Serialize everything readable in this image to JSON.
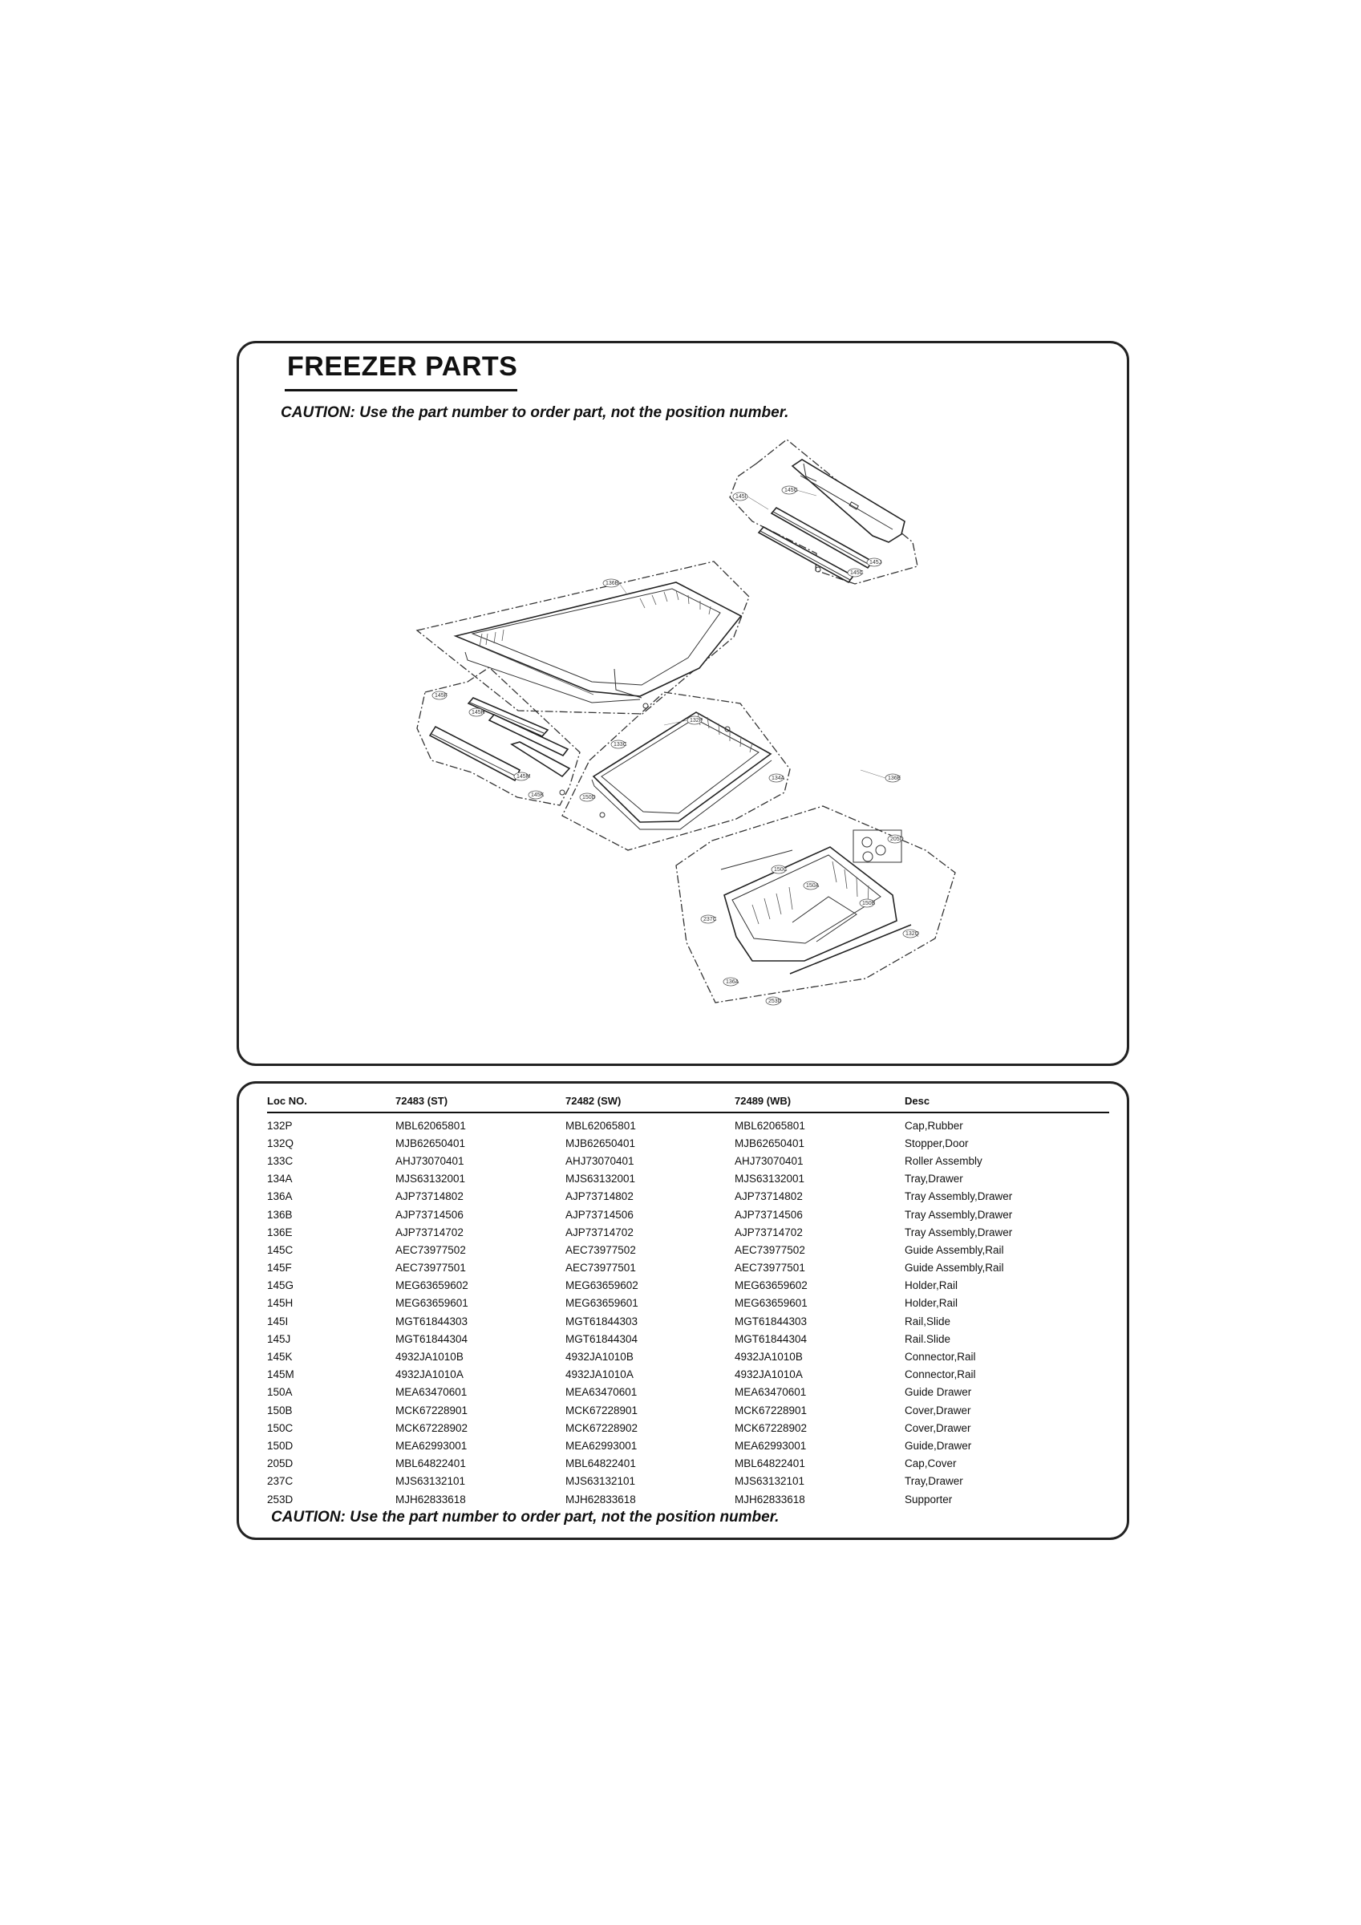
{
  "header": {
    "title": "FREEZER PARTS",
    "caution": "CAUTION: Use the part number to order part, not the position number."
  },
  "diagram_labels": {
    "rail_group_right": [
      "145I",
      "145G",
      "145J",
      "145C"
    ],
    "tray_upper": "136B",
    "rail_group_left": [
      "145F",
      "145H",
      "145M",
      "145K"
    ],
    "tray_middle": [
      "132P",
      "133C",
      "150D",
      "134A",
      "136E"
    ],
    "drawer_lower": [
      "205D",
      "150C",
      "150A",
      "150B",
      "237C",
      "136A",
      "132Q",
      "253D"
    ]
  },
  "parts_table": {
    "columns": [
      "Loc NO.",
      "72483 (ST)",
      "72482 (SW)",
      "72489 (WB)",
      "Desc"
    ],
    "rows": [
      [
        "132P",
        "MBL62065801",
        "MBL62065801",
        "MBL62065801",
        "Cap,Rubber"
      ],
      [
        "132Q",
        "MJB62650401",
        "MJB62650401",
        "MJB62650401",
        "Stopper,Door"
      ],
      [
        "133C",
        "AHJ73070401",
        "AHJ73070401",
        "AHJ73070401",
        "Roller Assembly"
      ],
      [
        "134A",
        "MJS63132001",
        "MJS63132001",
        "MJS63132001",
        "Tray,Drawer"
      ],
      [
        "136A",
        "AJP73714802",
        "AJP73714802",
        "AJP73714802",
        "Tray Assembly,Drawer"
      ],
      [
        "136B",
        "AJP73714506",
        "AJP73714506",
        "AJP73714506",
        "Tray Assembly,Drawer"
      ],
      [
        "136E",
        "AJP73714702",
        "AJP73714702",
        "AJP73714702",
        "Tray Assembly,Drawer"
      ],
      [
        "145C",
        "AEC73977502",
        "AEC73977502",
        "AEC73977502",
        "Guide Assembly,Rail"
      ],
      [
        "145F",
        "AEC73977501",
        "AEC73977501",
        "AEC73977501",
        "Guide Assembly,Rail"
      ],
      [
        "145G",
        "MEG63659602",
        "MEG63659602",
        "MEG63659602",
        "Holder,Rail"
      ],
      [
        "145H",
        "MEG63659601",
        "MEG63659601",
        "MEG63659601",
        "Holder,Rail"
      ],
      [
        "145I",
        "MGT61844303",
        "MGT61844303",
        "MGT61844303",
        "Rail,Slide"
      ],
      [
        "145J",
        "MGT61844304",
        "MGT61844304",
        "MGT61844304",
        "Rail.Slide"
      ],
      [
        "145K",
        "4932JA1010B",
        "4932JA1010B",
        "4932JA1010B",
        "Connector,Rail"
      ],
      [
        "145M",
        "4932JA1010A",
        "4932JA1010A",
        "4932JA1010A",
        "Connector,Rail"
      ],
      [
        "150A",
        "MEA63470601",
        "MEA63470601",
        "MEA63470601",
        "Guide Drawer"
      ],
      [
        "150B",
        "MCK67228901",
        "MCK67228901",
        "MCK67228901",
        "Cover,Drawer"
      ],
      [
        "150C",
        "MCK67228902",
        "MCK67228902",
        "MCK67228902",
        "Cover,Drawer"
      ],
      [
        "150D",
        "MEA62993001",
        "MEA62993001",
        "MEA62993001",
        "Guide,Drawer"
      ],
      [
        "205D",
        "MBL64822401",
        "MBL64822401",
        "MBL64822401",
        "Cap,Cover"
      ],
      [
        "237C",
        "MJS63132101",
        "MJS63132101",
        "MJS63132101",
        "Tray,Drawer"
      ],
      [
        "253D",
        "MJH62833618",
        "MJH62833618",
        "MJH62833618",
        "Supporter"
      ]
    ]
  },
  "footer": {
    "caution": "CAUTION: Use the part number to order part, not the position number."
  }
}
